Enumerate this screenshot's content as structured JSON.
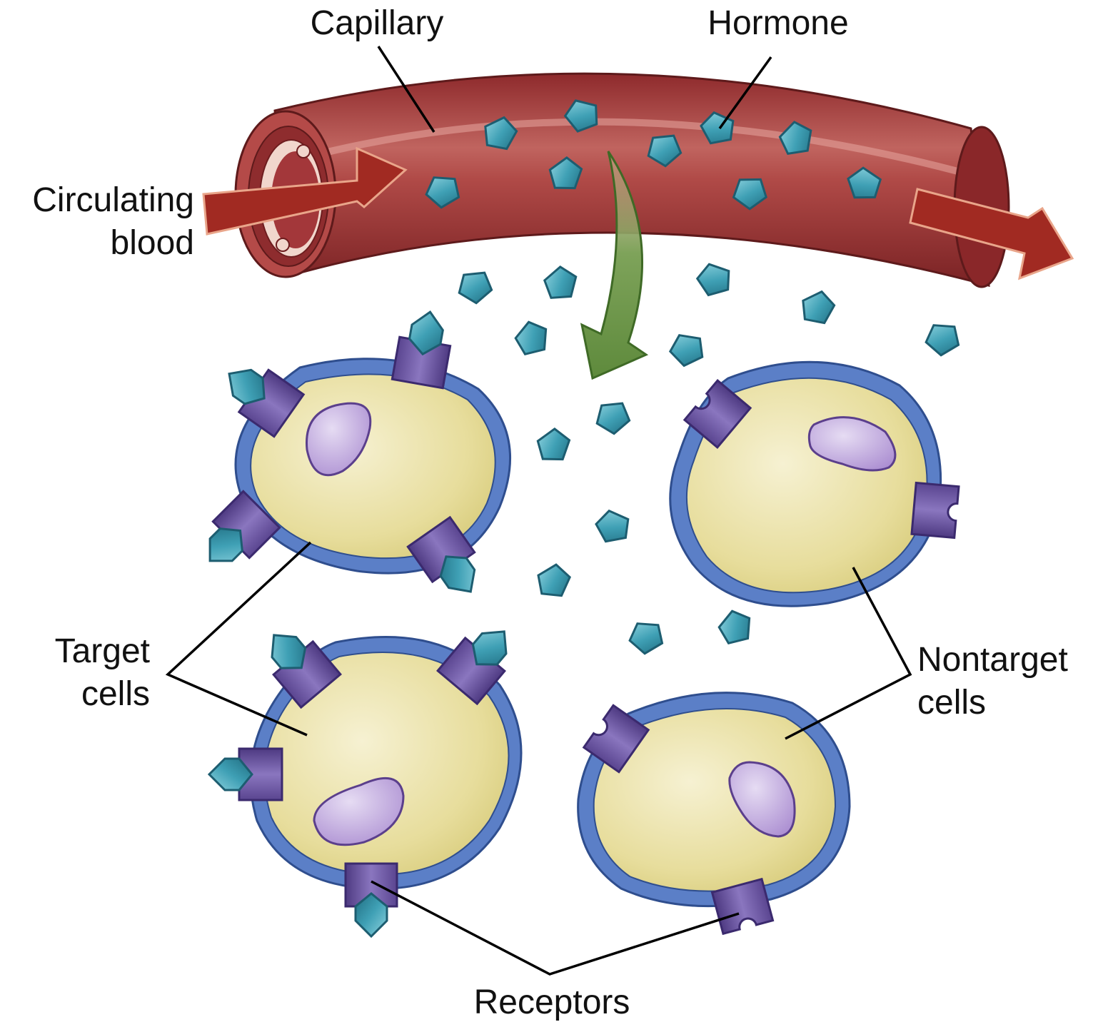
{
  "labels": {
    "capillary": "Capillary",
    "hormone": "Hormone",
    "circulating_line1": "Circulating",
    "circulating_line2": "blood",
    "target_line1": "Target",
    "target_line2": "cells",
    "nontarget_line1": "Nontarget",
    "nontarget_line2": "cells",
    "receptors": "Receptors"
  },
  "colors": {
    "vessel": "#a3373a",
    "vessel_dark": "#6e1d1f",
    "vessel_highlight": "#d98c86",
    "flow_arrow": "#9a2420",
    "hormone": "#3fa0b5",
    "hormone_edge": "#1d5d70",
    "cell_membrane": "#5b7fc7",
    "cytoplasm": "#ece5ad",
    "nucleus": "#bfa6dc",
    "receptor": "#7560a8",
    "diffusion_arrow": "#6f9a4b"
  }
}
